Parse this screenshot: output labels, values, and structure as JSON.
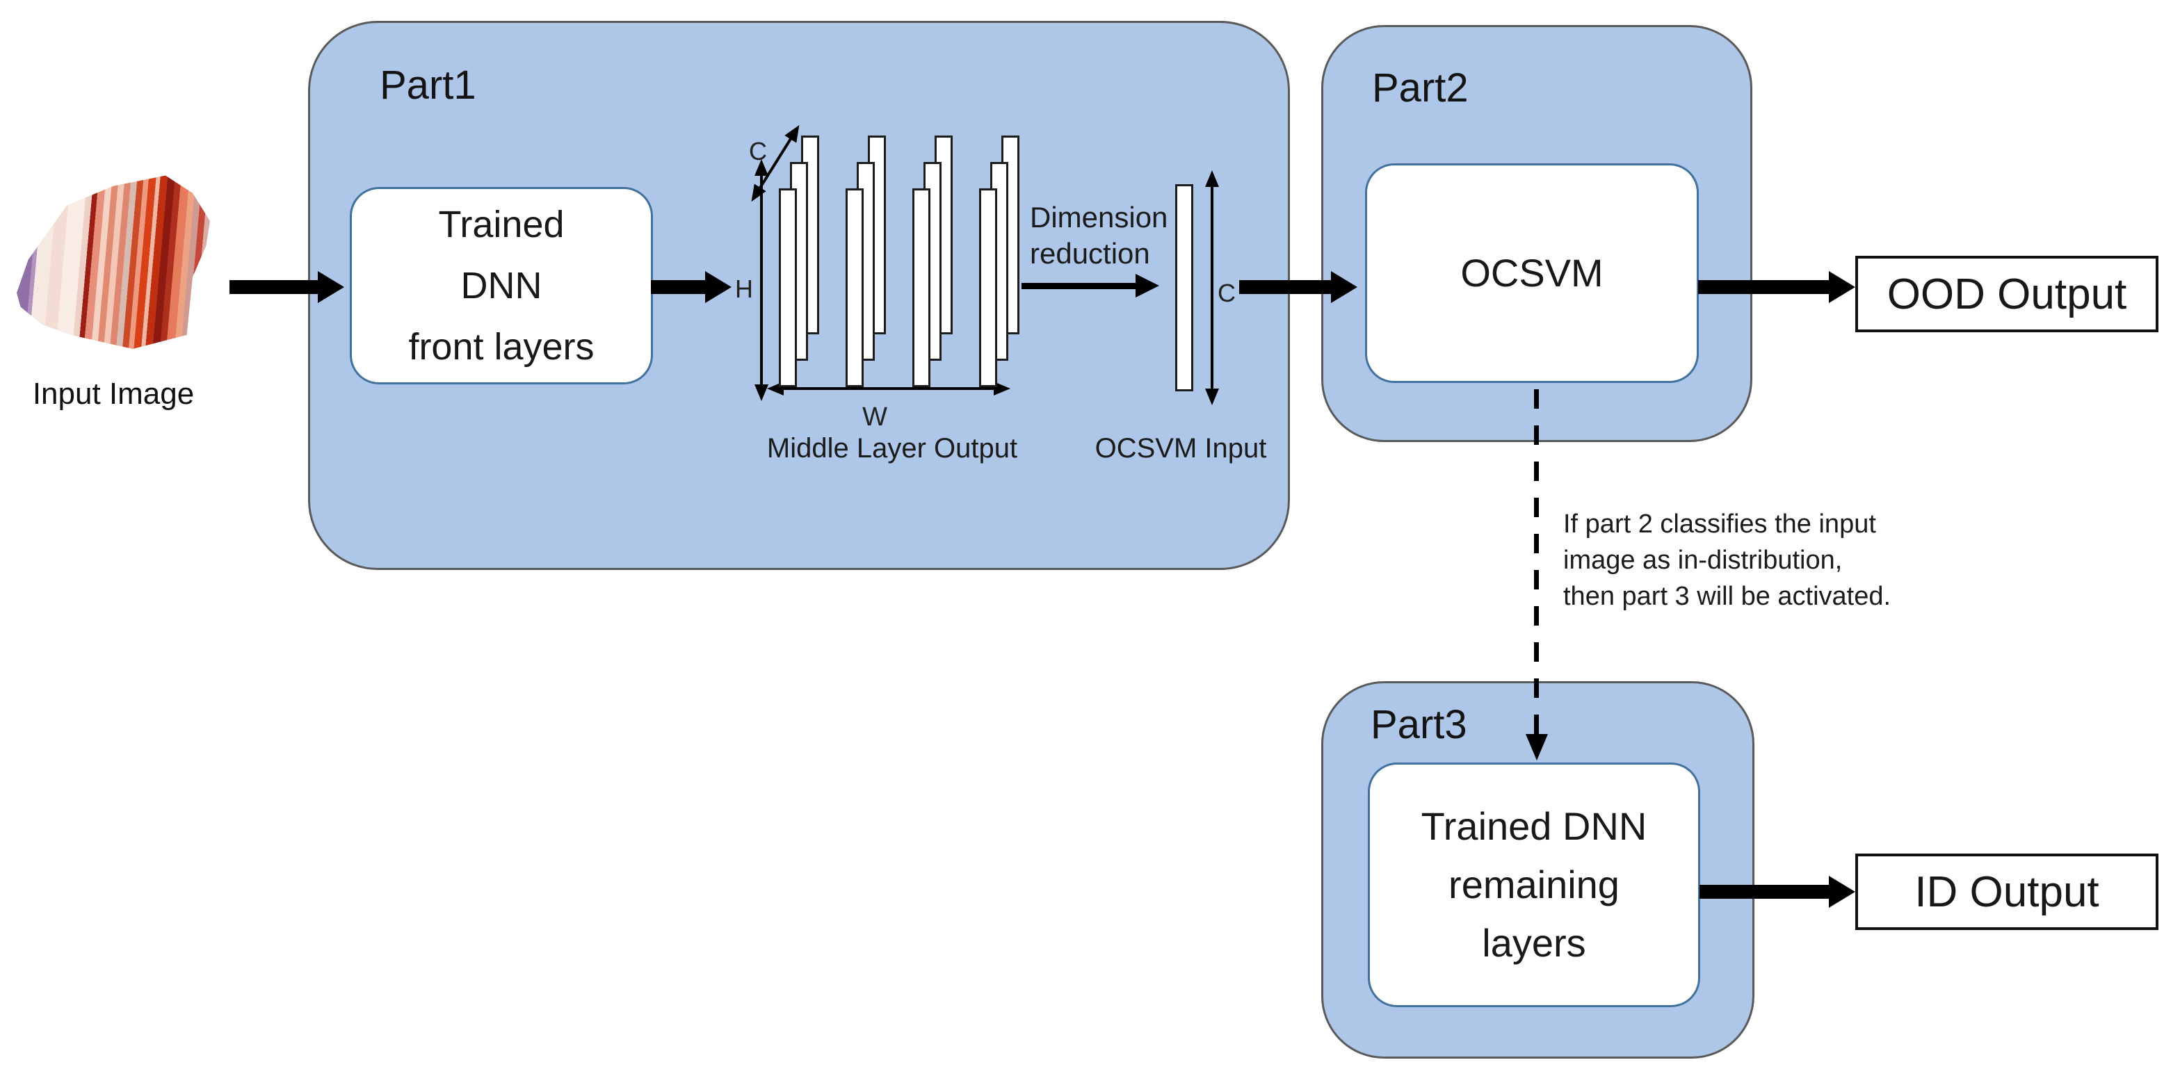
{
  "colors": {
    "part_fill": "#aec6e8",
    "part_border": "#5a5a5a",
    "inner_border": "#41719c",
    "inner_fill": "#ffffff",
    "outbox_border": "#111111",
    "arrow": "#000000",
    "text": "#1a1a1a"
  },
  "input": {
    "caption": "Input Image"
  },
  "part1": {
    "title": "Part1",
    "front_layers_box": "Trained\nDNN\nfront layers",
    "middle_layer": {
      "caption": "Middle Layer Output",
      "groups": 4,
      "bars_per_group": 3,
      "channel_label": "C",
      "height_label": "H",
      "width_label": "W"
    },
    "dimension_reduction": "Dimension\nreduction",
    "ocsvm_input": {
      "caption": "OCSVM Input",
      "channel_label": "C"
    }
  },
  "part2": {
    "title": "Part2",
    "box": "OCSVM"
  },
  "part3": {
    "title": "Part3",
    "box": "Trained DNN\nremaining\nlayers"
  },
  "outputs": {
    "ood": "OOD Output",
    "id": "ID Output"
  },
  "note": "If part 2 classifies the input\nimage as in-distribution,\nthen part 3 will be activated."
}
